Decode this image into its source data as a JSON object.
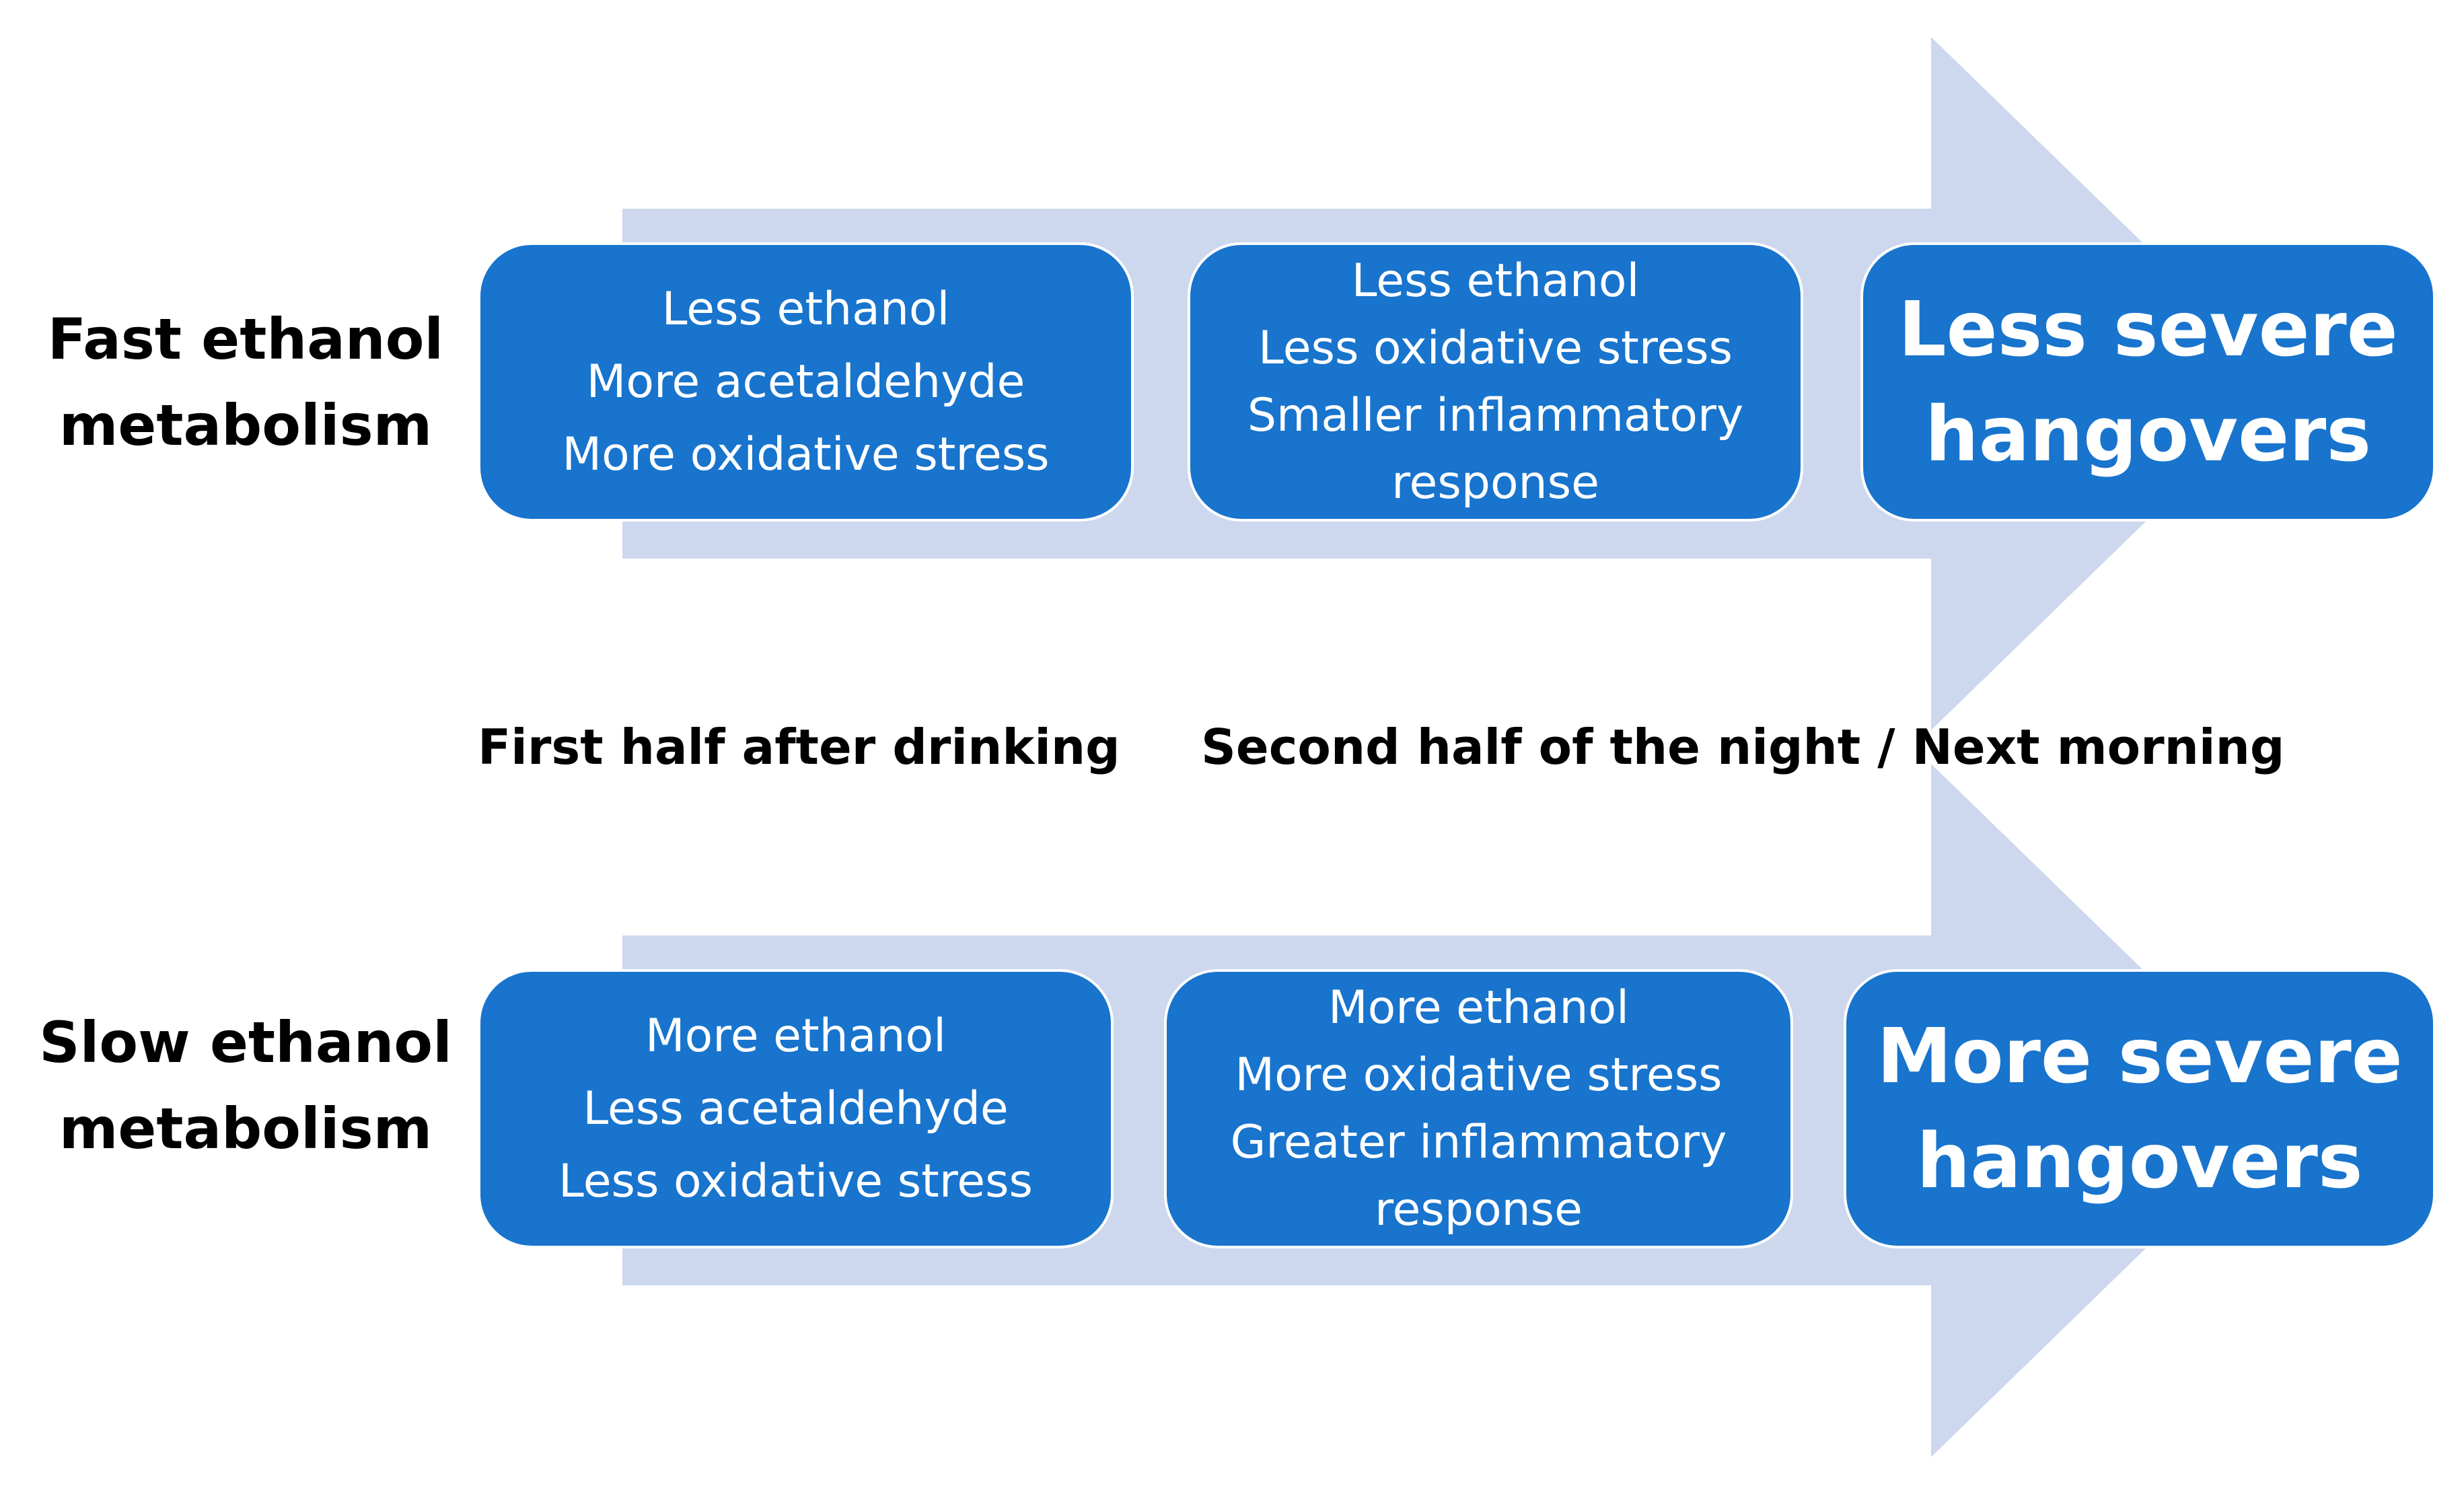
{
  "colors": {
    "arrow_fill": "#cdd8ee",
    "box_fill": "#1874cd",
    "box_border": "#ffffff",
    "text_dark": "#000000",
    "text_light": "#ffffff"
  },
  "rows": [
    {
      "label_lines": [
        "Fast ethanol",
        "metabolism"
      ],
      "first_half": [
        "Less ethanol",
        "More acetaldehyde",
        "More oxidative stress"
      ],
      "second_half": [
        "Less ethanol",
        "Less oxidative stress",
        "Smaller inflammatory",
        "response"
      ],
      "outcome": [
        "Less severe",
        "hangovers"
      ]
    },
    {
      "label_lines": [
        "Slow ethanol",
        "metabolism"
      ],
      "first_half": [
        "More ethanol",
        "Less acetaldehyde",
        "Less oxidative stress"
      ],
      "second_half": [
        "More ethanol",
        "More oxidative stress",
        "Greater inflammatory",
        "response"
      ],
      "outcome": [
        "More severe",
        "hangovers"
      ]
    }
  ],
  "phases": {
    "first": "First half after drinking",
    "second": "Second half of the night / Next morning"
  }
}
